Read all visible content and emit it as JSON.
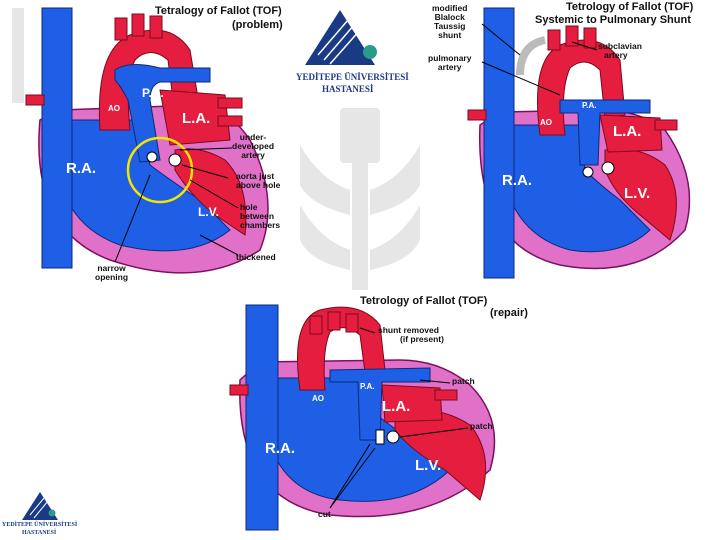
{
  "panel_problem": {
    "title_line1": "Tetralogy of Fallot (TOF)",
    "title_line2": "(problem)",
    "labels": {
      "pa": "P.A.",
      "ao": "AO",
      "la": "L.A.",
      "ra": "R.A.",
      "lv": "L.V.",
      "underdeveloped": [
        "under-",
        "developed",
        "artery"
      ],
      "aorta": [
        "aorta just",
        "above hole"
      ],
      "hole": [
        "hole",
        "between",
        "chambers"
      ],
      "thickened": "thickened",
      "narrow": [
        "narrow",
        "opening"
      ]
    }
  },
  "panel_shunt": {
    "title_line1": "Tetrology of Fallot (TOF)",
    "title_line2": "Systemic to Pulmonary Shunt",
    "labels": {
      "pa": "P.A.",
      "ao": "AO",
      "la": "L.A.",
      "ra": "R.A.",
      "lv": "L.V.",
      "modified": [
        "modified",
        "Blalock",
        "Taussig",
        "shunt"
      ],
      "pulmonary": [
        "pulmonary",
        "artery"
      ],
      "subclavian": [
        "subclavian",
        "artery"
      ]
    }
  },
  "panel_repair": {
    "title_line1": "Tetrology of Fallot (TOF)",
    "title_line2": "(repair)",
    "labels": {
      "pa": "P.A.",
      "ao": "AO",
      "la": "L.A.",
      "ra": "R.A.",
      "lv": "L.V.",
      "shunt_removed": [
        "shunt removed",
        "(if present)"
      ],
      "patch_top": "patch",
      "patch_mid": "patch",
      "cut": "cut"
    }
  },
  "logo": {
    "line1": "YEDİTEPE ÜNİVERSİTESİ",
    "line2": "HASTANESİ"
  },
  "logo_small": {
    "line1": "YEDİTEPE ÜNİVERSİTESİ",
    "line2": "HASTANESİ"
  },
  "colors": {
    "blue": "#1f5fe6",
    "red": "#e51d3f",
    "pink": "#e070c8",
    "logo_blue": "#1b3a86",
    "yellow": "#f2e600"
  }
}
